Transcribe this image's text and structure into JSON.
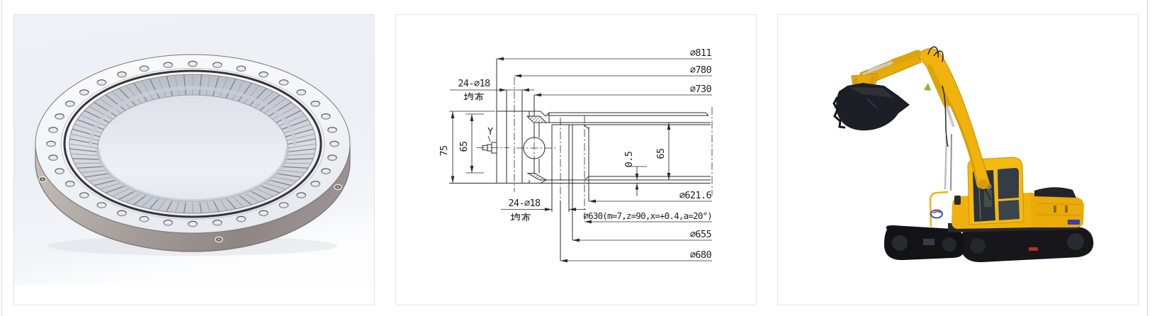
{
  "page": {
    "background": "#ffffff",
    "frame_border_color": "#d8d8db",
    "card_border_color": "#e4e4e7"
  },
  "gallery": {
    "cards": [
      {
        "name": "bearing-render",
        "alt": "Slewing ring bearing with internal gear teeth, 3D render"
      },
      {
        "name": "dimension-drawing",
        "alt": "Slewing bearing cross-section dimension drawing"
      },
      {
        "name": "excavator-photo",
        "alt": "Yellow crawler excavator with raised boom and bucket"
      }
    ]
  },
  "drawing": {
    "line_color": "#2b2b2b",
    "labels": {
      "od": "∅811",
      "bolt_circle_outer": "∅780",
      "raceway": "∅730",
      "outer_bolts": "24-∅18",
      "outer_bolts_note": "均布",
      "inner_bolts": "24-∅18",
      "inner_bolts_note": "均布",
      "overall_height": "75",
      "outer_ring_height": "65",
      "inner_ring_height": "65",
      "mounting_offset": "0.5",
      "bore": "∅621.6",
      "gear_spec": "∅630(m=7,z=90,x=+0.4,a=20°)",
      "root": "∅655",
      "bolt_circle_inner": "∅680",
      "grease_point": "Y"
    }
  },
  "bearing_render": {
    "face_color": "#f5f6f8",
    "teeth_color": "#ced2d8",
    "side_color": "#a09895",
    "background_top": "#edf0f5"
  },
  "excavator_photo": {
    "body_color": "#F0B10C",
    "track_color": "#17171c",
    "window_color": "#2b323c"
  }
}
